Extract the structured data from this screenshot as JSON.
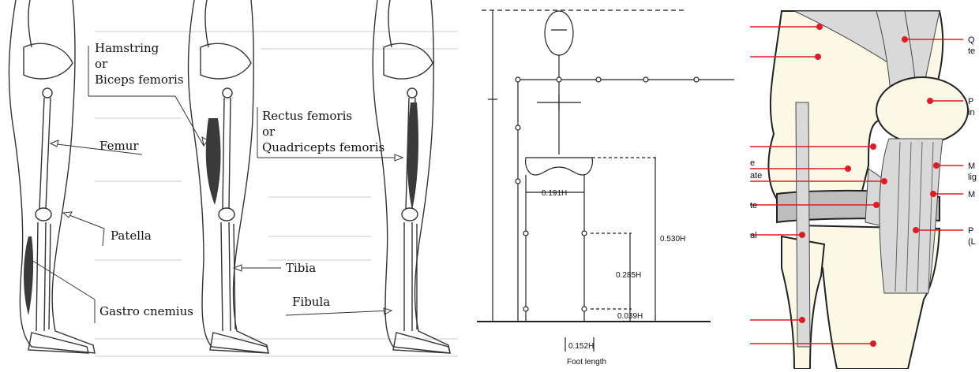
{
  "leg_diagram": {
    "labels": {
      "hamstring_line1": "Hamstring",
      "hamstring_line2": "or",
      "hamstring_line3": "Biceps femoris",
      "femur": "Femur",
      "patella": "Patella",
      "gastrocnemius": "Gastro cnemius",
      "rectus_line1": "Rectus femoris",
      "rectus_line2": "or",
      "rectus_line3": "Quadricepts femoris",
      "tibia": "Tibia",
      "fibula": "Fibula"
    }
  },
  "anthropometric": {
    "dimensions": {
      "hip_width": "0.191H",
      "hip_height": "0.530H",
      "knee_height": "0.285H",
      "ankle_height": "0.039H",
      "foot_value": "0.152H",
      "foot_label": "Foot length"
    }
  },
  "knee_diagram": {
    "labels": {
      "right_1": "Q",
      "right_1b": "te",
      "right_2": "P",
      "right_2b": "in",
      "right_3": "M",
      "right_3b": "lig",
      "right_4": "M",
      "right_5": "P",
      "right_5b": "(L",
      "left_1": "e",
      "left_2": "ate",
      "left_3": "te",
      "left_4": "al"
    },
    "colors": {
      "pointer": "#e01b24",
      "bone": "#fbf8e6",
      "ligament": "#d9d9d9",
      "outline": "#222222"
    }
  }
}
